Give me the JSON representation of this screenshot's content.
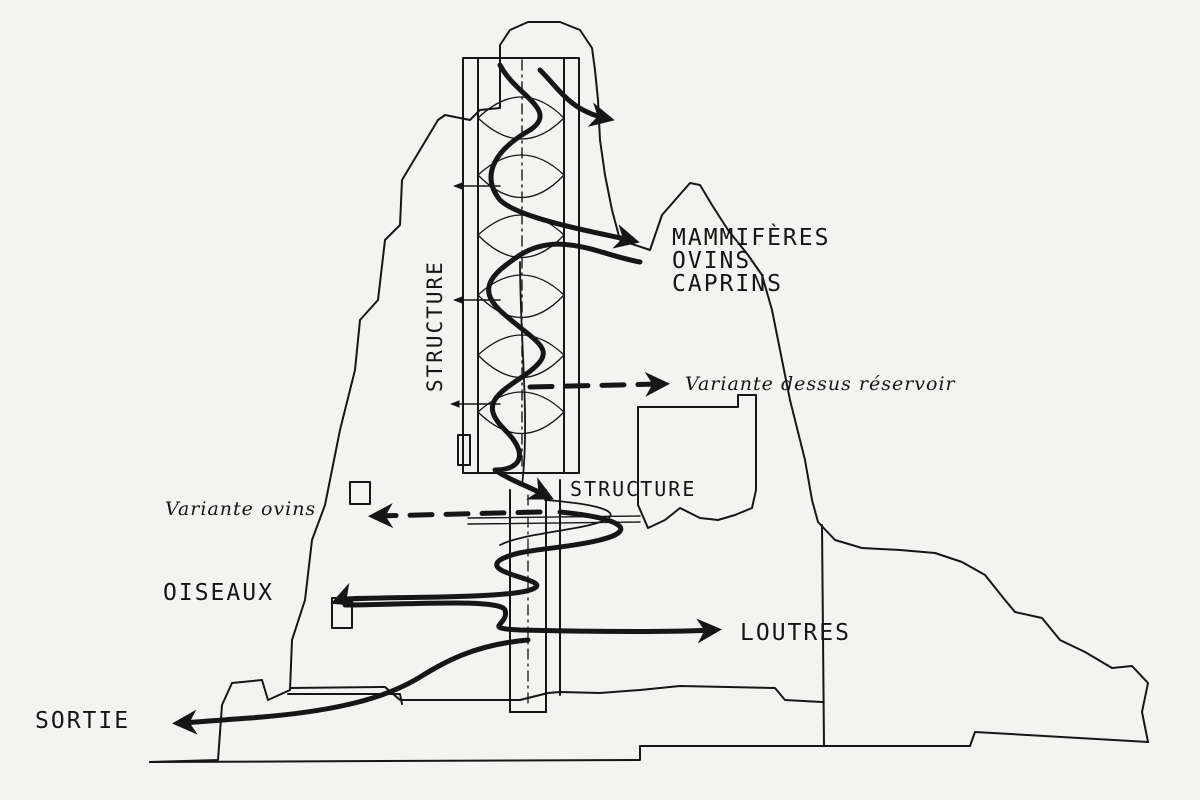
{
  "labels": {
    "mammiferes": "MAMMIFÈRES",
    "ovins": "OVINS",
    "caprins": "CAPRINS",
    "structure_vertical": "STRUCTURE",
    "variante_reservoir": "Variante dessus réservoir",
    "structure_horizontal": "STRUCTURE",
    "variante_ovins": "Variante ovins",
    "oiseaux": "OISEAUX",
    "loutres": "LOUTRES",
    "sortie": "SORTIE"
  },
  "colors": {
    "ink": "#161616",
    "paper": "#f3f3f1"
  }
}
